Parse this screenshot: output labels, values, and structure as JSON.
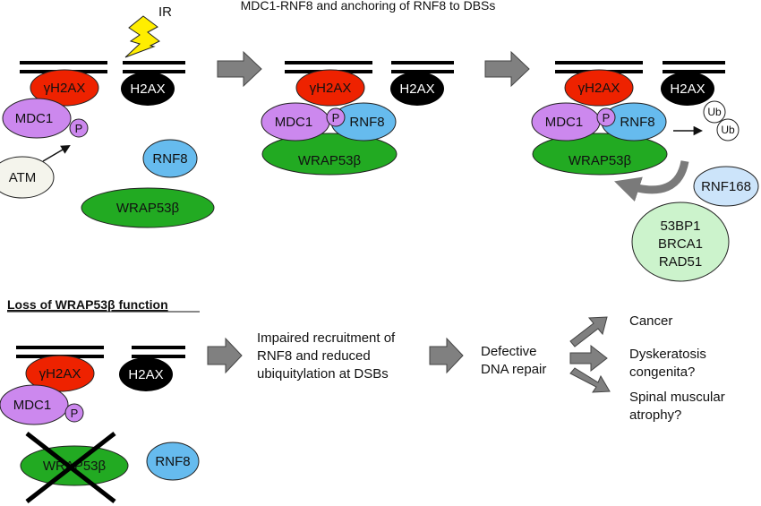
{
  "title": "MDC1-RNF8 and anchoring of RNF8 to DBSs",
  "damage_label": "IR",
  "labels": {
    "gh2ax": "γH2AX",
    "h2ax": "H2AX",
    "mdc1": "MDC1",
    "p": "P",
    "rnf8": "RNF8",
    "wrap53": "WRAP53β",
    "atm": "ATM",
    "ub": "Ub",
    "rnf168": "RNF168",
    "recruited": [
      "53BP1",
      "BRCA1",
      "RAD51"
    ]
  },
  "loss_section": {
    "heading": "Loss of WRAP53β function",
    "step1": [
      "Impaired recruitment of",
      "RNF8 and reduced",
      "ubiquitylation at DSBs"
    ],
    "step2": [
      "Defective",
      "DNA repair"
    ],
    "outcomes": [
      [
        "Cancer"
      ],
      [
        "Dyskeratosis",
        "congenita?"
      ],
      [
        "Spinal muscular",
        "atrophy?"
      ]
    ]
  },
  "colors": {
    "gh2ax": "#ee2200",
    "h2ax": "#000000",
    "mdc1": "#cc88ee",
    "rnf8": "#66bbee",
    "wrap53": "#22aa22",
    "atm": "#f4f4ec",
    "rnf168": "#cce4fa",
    "recruited": "#ccf3cc",
    "arrow": "#808080"
  }
}
